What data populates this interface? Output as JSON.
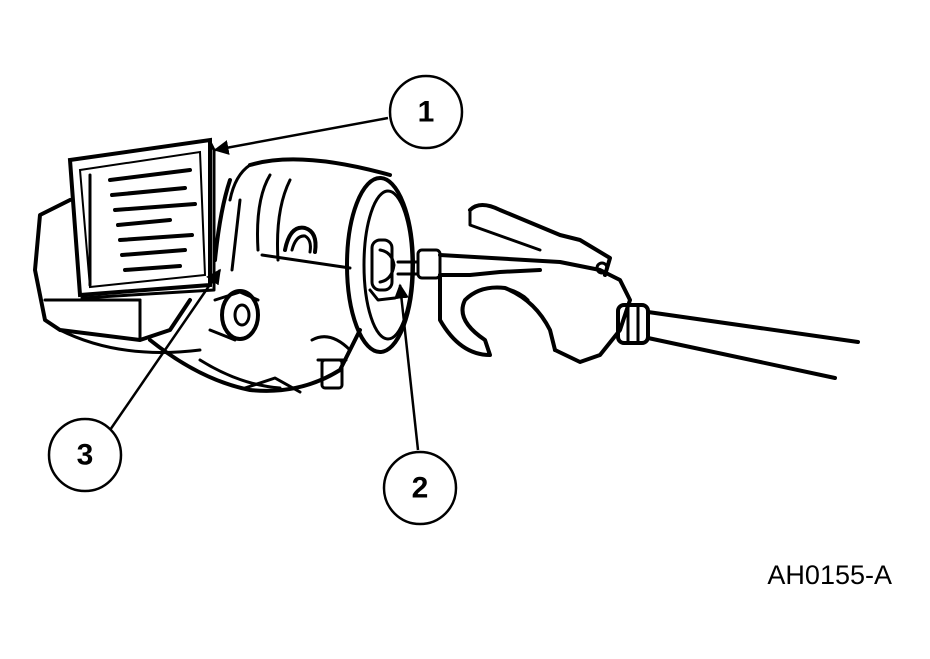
{
  "figure": {
    "id_label": "AH0155-A",
    "callouts": [
      "1",
      "2",
      "3"
    ]
  }
}
